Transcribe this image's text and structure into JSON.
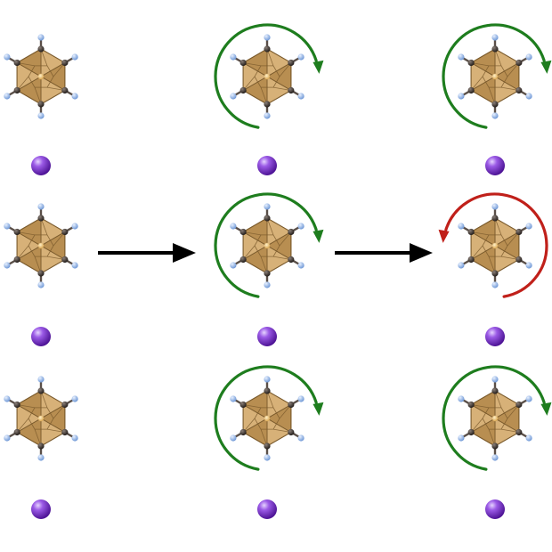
{
  "diagram": {
    "columns": [
      {
        "cells": [
          {
            "rotation": "none"
          },
          {
            "rotation": "none"
          },
          {
            "rotation": "none"
          }
        ]
      },
      {
        "cells": [
          {
            "rotation": "clockwise"
          },
          {
            "rotation": "clockwise"
          },
          {
            "rotation": "clockwise"
          }
        ]
      },
      {
        "cells": [
          {
            "rotation": "clockwise"
          },
          {
            "rotation": "counterclockwise"
          },
          {
            "rotation": "clockwise"
          }
        ]
      }
    ],
    "transition_arrows": 2
  },
  "colors": {
    "cage_fill": "#c9a062",
    "cage_face_light": "#e2c08a",
    "cage_face_dark": "#a97f43",
    "cage_edge": "#7a5a2c",
    "carbon_atom": "#3a3330",
    "hydrogen_atom": "#8fb4e8",
    "bond": "#5a4f48",
    "cation": "#7a2fd0",
    "cation_highlight": "#c9a3f5",
    "arrow": "#000000",
    "clockwise_rotation": "#1e7d1e",
    "counterclockwise_rotation": "#c0201a"
  }
}
